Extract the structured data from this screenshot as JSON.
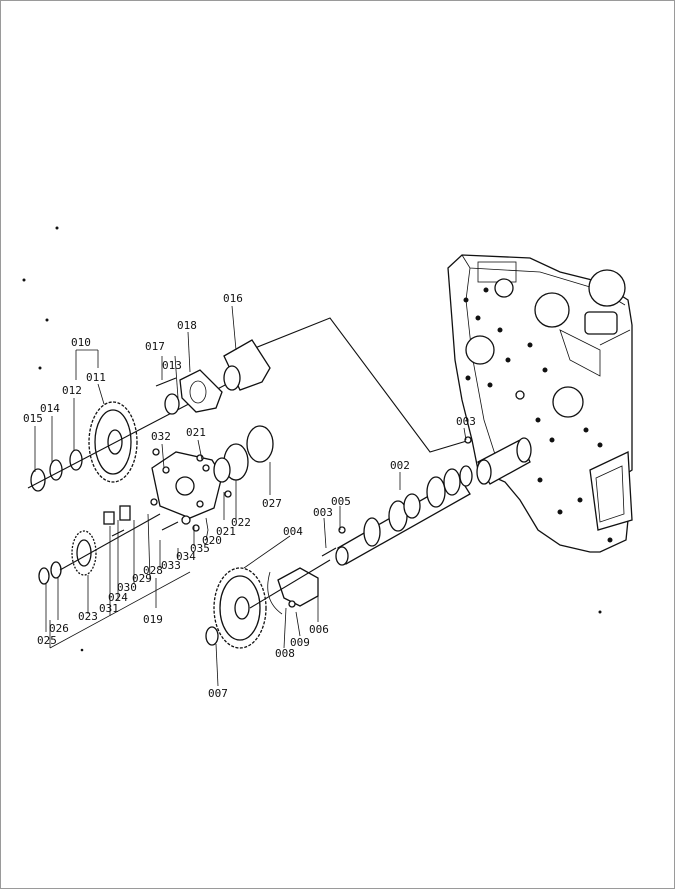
{
  "callouts": [
    {
      "id": "010",
      "label": "010"
    },
    {
      "id": "011",
      "label": "011"
    },
    {
      "id": "012",
      "label": "012"
    },
    {
      "id": "013",
      "label": "013"
    },
    {
      "id": "014",
      "label": "014"
    },
    {
      "id": "015",
      "label": "015"
    },
    {
      "id": "016",
      "label": "016"
    },
    {
      "id": "017",
      "label": "017"
    },
    {
      "id": "018",
      "label": "018"
    },
    {
      "id": "032",
      "label": "032"
    },
    {
      "id": "021a",
      "label": "021"
    },
    {
      "id": "021b",
      "label": "021"
    },
    {
      "id": "022",
      "label": "022"
    },
    {
      "id": "027",
      "label": "027"
    },
    {
      "id": "020",
      "label": "020"
    },
    {
      "id": "035",
      "label": "035"
    },
    {
      "id": "034",
      "label": "034"
    },
    {
      "id": "033",
      "label": "033"
    },
    {
      "id": "028",
      "label": "028"
    },
    {
      "id": "029",
      "label": "029"
    },
    {
      "id": "030",
      "label": "030"
    },
    {
      "id": "024",
      "label": "024"
    },
    {
      "id": "031",
      "label": "031"
    },
    {
      "id": "023",
      "label": "023"
    },
    {
      "id": "019",
      "label": "019"
    },
    {
      "id": "026",
      "label": "026"
    },
    {
      "id": "025",
      "label": "025"
    },
    {
      "id": "003a",
      "label": "003"
    },
    {
      "id": "003b",
      "label": "003"
    },
    {
      "id": "002",
      "label": "002"
    },
    {
      "id": "005",
      "label": "005"
    },
    {
      "id": "004",
      "label": "004"
    },
    {
      "id": "006",
      "label": "006"
    },
    {
      "id": "009",
      "label": "009"
    },
    {
      "id": "008",
      "label": "008"
    },
    {
      "id": "007",
      "label": "007"
    }
  ]
}
